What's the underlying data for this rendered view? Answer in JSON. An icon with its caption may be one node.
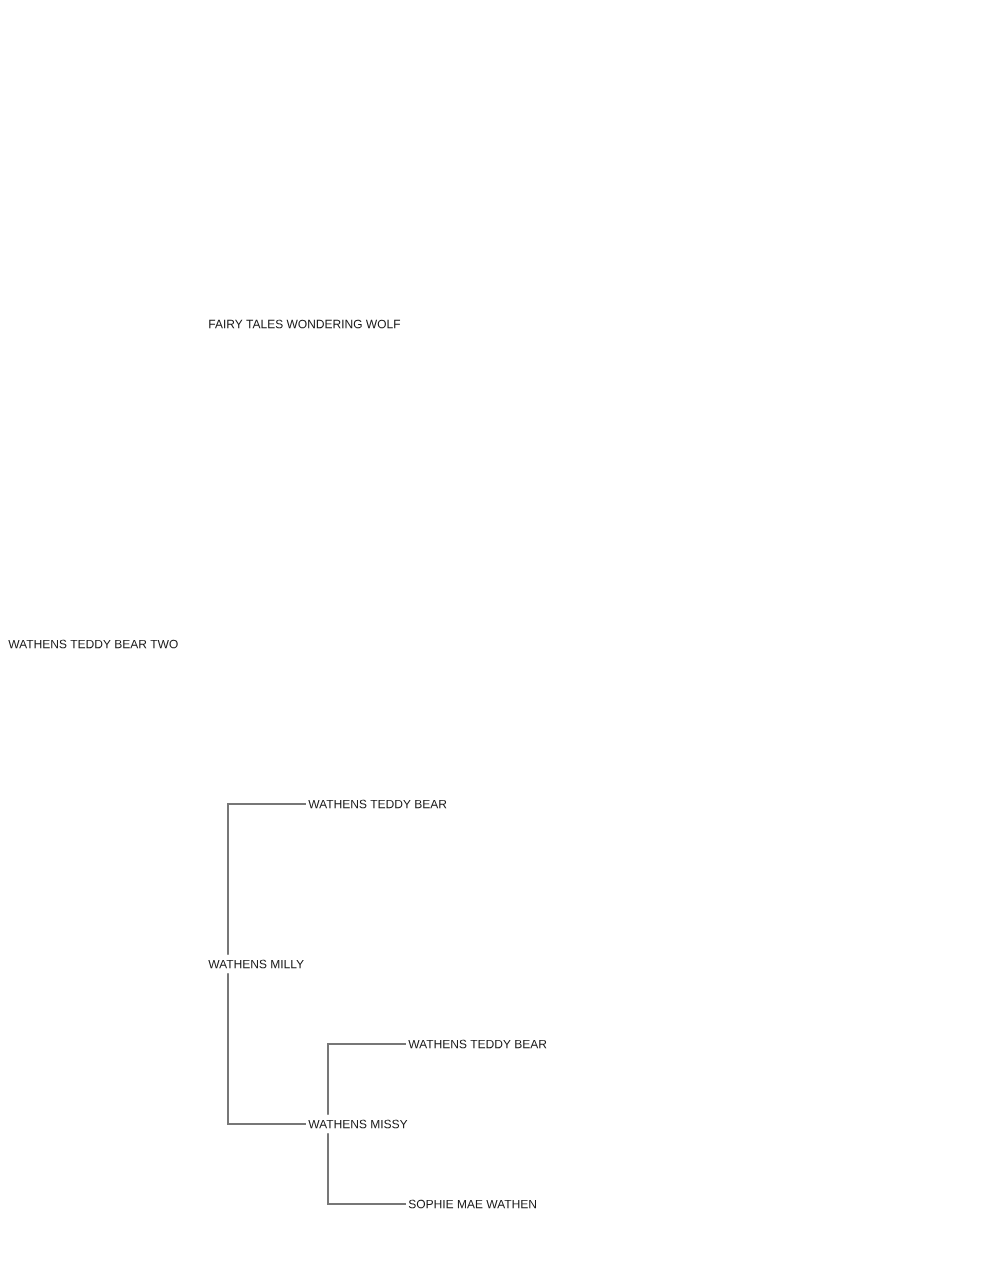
{
  "diagram": {
    "nodes": [
      {
        "text": [
          "FAIRY TALES WONDERING WOLF"
        ]
      },
      {
        "text": [
          "WATHENS TEDDY BEAR TWO"
        ]
      },
      {
        "text": [
          "WATHENS TEDDY BEAR"
        ]
      },
      {
        "text": [
          "WATHENS MILLY"
        ]
      },
      {
        "text": [
          "WATHENS TEDDY BEAR"
        ]
      },
      {
        "text": [
          "WATHENS MISSY"
        ]
      },
      {
        "text": [
          "SOPHIE MAE WATHEN"
        ]
      }
    ],
    "edges": [
      {
        "from": 3,
        "to": 2,
        "arrow": "none"
      },
      {
        "from": 3,
        "to": 5,
        "arrow": "none"
      },
      {
        "from": 5,
        "to": 4,
        "arrow": "none"
      },
      {
        "from": 5,
        "to": 6,
        "arrow": "none"
      }
    ]
  }
}
